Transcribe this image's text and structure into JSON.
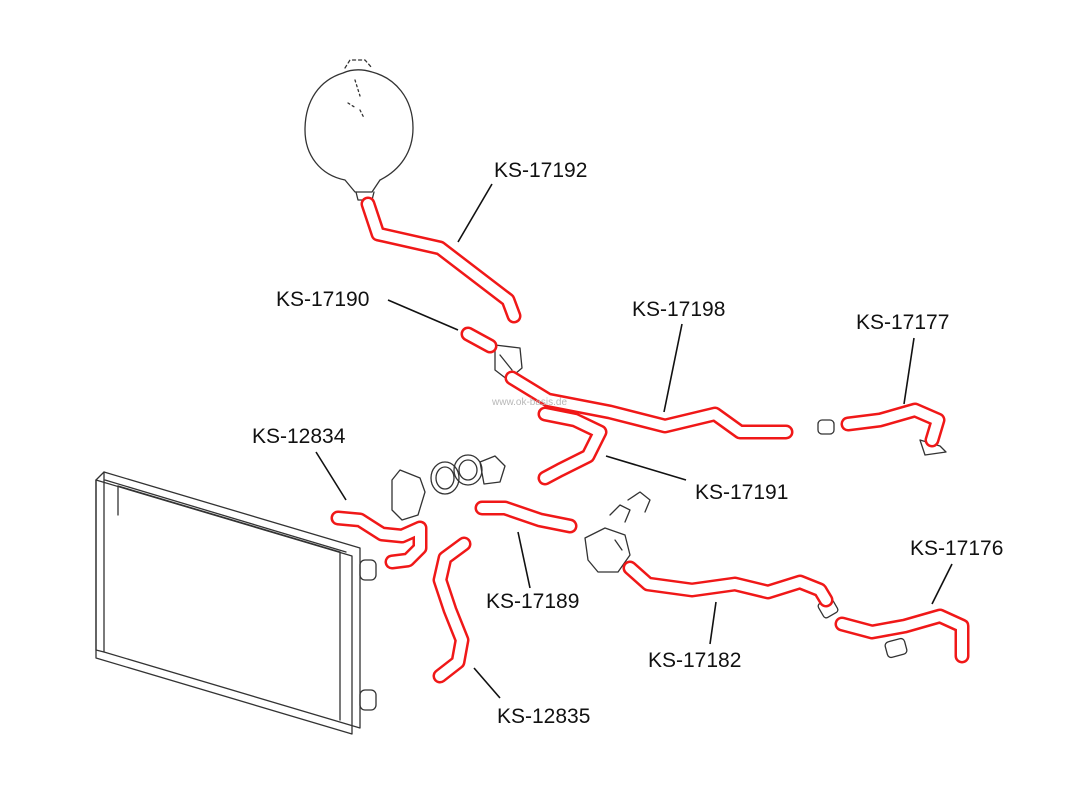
{
  "watermark": "www.ok-basis.de",
  "parts": [
    {
      "id": "ks17192",
      "label": "KS-17192"
    },
    {
      "id": "ks17190",
      "label": "KS-17190"
    },
    {
      "id": "ks17198",
      "label": "KS-17198"
    },
    {
      "id": "ks17177",
      "label": "KS-17177"
    },
    {
      "id": "ks12834",
      "label": "KS-12834"
    },
    {
      "id": "ks17191",
      "label": "KS-17191"
    },
    {
      "id": "ks17176",
      "label": "KS-17176"
    },
    {
      "id": "ks17189",
      "label": "KS-17189"
    },
    {
      "id": "ks17182",
      "label": "KS-17182"
    },
    {
      "id": "ks12835",
      "label": "KS-12835"
    }
  ],
  "colors": {
    "hose": "#f01818",
    "sketch": "#333333",
    "label": "#111111"
  }
}
